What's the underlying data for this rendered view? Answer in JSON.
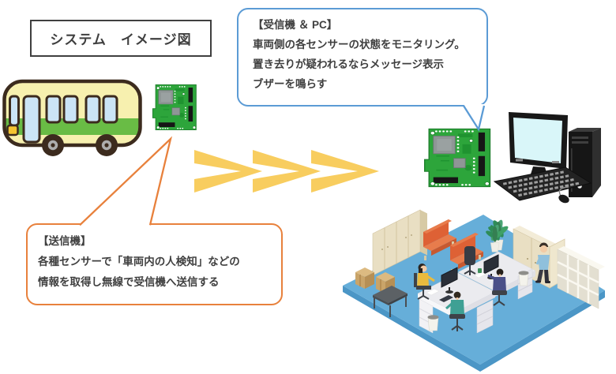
{
  "title": {
    "label": "システム　イメージ図"
  },
  "callouts": {
    "receiver": {
      "heading": "【受信機 ＆ PC】",
      "lines": [
        "車両側の各センサーの状態をモニタリング。",
        "置き去りが疑われるならメッセージ表示",
        "ブザーを鳴らす"
      ],
      "border_color": "#5B9BD5"
    },
    "transmitter": {
      "heading": "【送信機】",
      "lines": [
        "各種センサーで「車両内の人検知」などの",
        "情報を取得し無線で受信機へ送信する"
      ],
      "border_color": "#E8813C"
    }
  },
  "graphics": {
    "bus": "school-bus-illustration",
    "transmitter_board": "green-circuit-board",
    "receiver_board": "green-circuit-board",
    "arrows": "triple-yellow-chevron-right",
    "pc": "desktop-pc-monitor-keyboard-tower-mouse",
    "office": "isometric-office-room"
  },
  "colors": {
    "text": "#3F3F3F",
    "receiver_callout_border": "#5B9BD5",
    "transmitter_callout_border": "#E8813C",
    "arrow_yellow": "#F8CD5F",
    "pcb_green": "#2DA53B",
    "bus_body": "#F7F0AF",
    "bus_stripe": "#69BC45",
    "office_floor": "#66AED9"
  }
}
